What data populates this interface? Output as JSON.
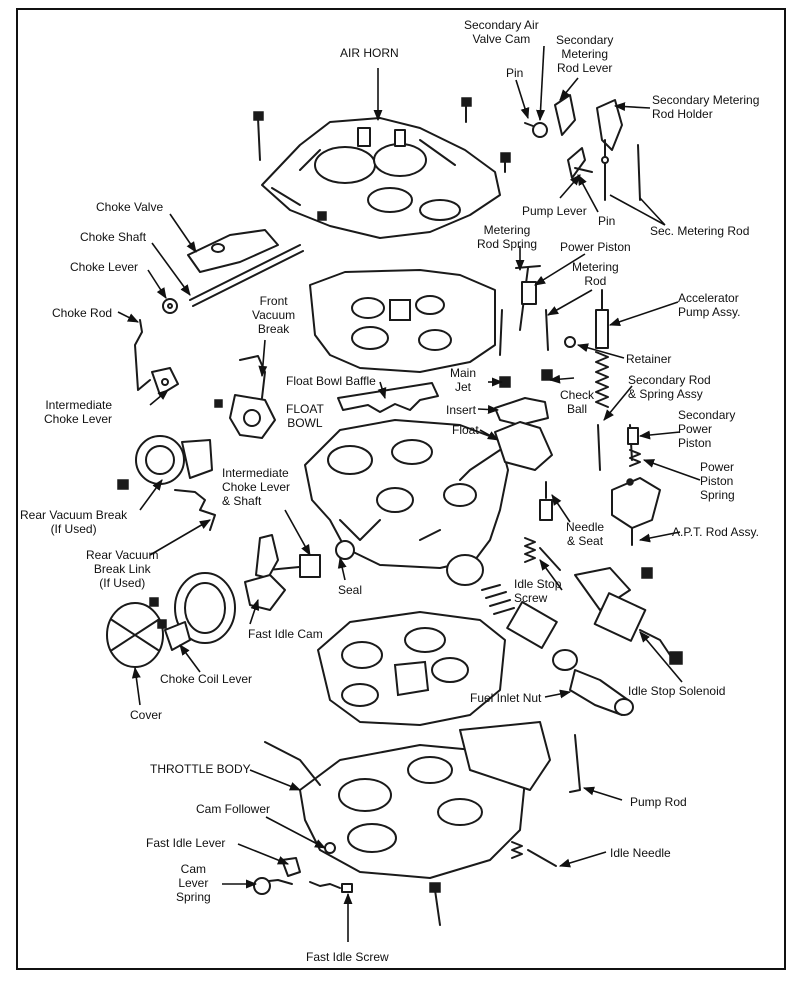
{
  "labels": {
    "air_horn": "AIR HORN",
    "secondary_air_valve_cam": "Secondary Air\nValve Cam",
    "secondary_metering_rod_lever": "Secondary\nMetering\nRod Lever",
    "secondary_metering_rod_holder": "Secondary Metering\nRod Holder",
    "pin_top": "Pin",
    "pump_lever": "Pump Lever",
    "pin_lower": "Pin",
    "sec_metering_rod": "Sec. Metering Rod",
    "choke_valve": "Choke Valve",
    "choke_shaft": "Choke Shaft",
    "choke_lever": "Choke Lever",
    "choke_rod": "Choke Rod",
    "front_vacuum_break": "Front\nVacuum\nBreak",
    "metering_rod_spring": "Metering\nRod Spring",
    "power_piston": "Power Piston",
    "metering_rod": "Metering\nRod",
    "accelerator_pump_assy": "Accelerator\nPump Assy.",
    "retainer": "Retainer",
    "float_bowl_baffle": "Float Bowl Baffle",
    "main_jet": "Main\nJet",
    "check_ball": "Check\nBall",
    "secondary_rod_spring_assy": "Secondary Rod\n& Spring Assy",
    "intermediate_choke_lever": "Intermediate\nChoke Lever",
    "float_bowl": "FLOAT\nBOWL",
    "insert": "Insert",
    "float": "Float",
    "secondary_power_piston": "Secondary\nPower\nPiston",
    "power_piston_spring": "Power\nPiston\nSpring",
    "intermediate_choke_lever_shaft": "Intermediate\nChoke Lever\n& Shaft",
    "rear_vacuum_break": "Rear Vacuum Break\n(If Used)",
    "needle_seat": "Needle\n& Seat",
    "apt_rod_assy": "A.P.T. Rod Assy.",
    "rear_vacuum_break_link": "Rear Vacuum\nBreak Link\n(If Used)",
    "idle_stop_screw": "Idle Stop\nScrew",
    "seal": "Seal",
    "fast_idle_cam": "Fast Idle Cam",
    "choke_coil_lever": "Choke Coil Lever",
    "cover": "Cover",
    "fuel_inlet_nut": "Fuel Inlet Nut",
    "idle_stop_solenoid": "Idle Stop Solenoid",
    "throttle_body": "THROTTLE BODY",
    "pump_rod": "Pump Rod",
    "cam_follower": "Cam Follower",
    "fast_idle_lever": "Fast Idle Lever",
    "idle_needle": "Idle Needle",
    "cam_lever_spring": "Cam\nLever\nSpring",
    "fast_idle_screw": "Fast Idle Screw"
  }
}
